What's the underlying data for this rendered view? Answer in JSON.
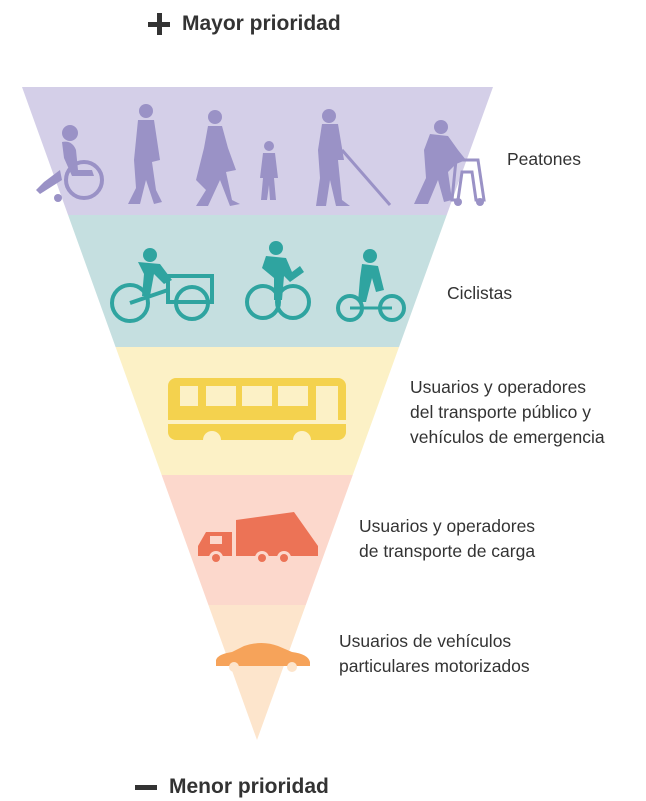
{
  "top_label": "Mayor prioridad",
  "bottom_label": "Menor prioridad",
  "tiers": [
    {
      "label": "Peatones",
      "color": "#d4cfe8",
      "icon_color": "#9a92c6",
      "icons": [
        "wheelchair-user-icon",
        "walking-person-icon",
        "walking-woman-icon",
        "child-icon",
        "blind-person-cane-icon",
        "elderly-walker-icon"
      ]
    },
    {
      "label": "Ciclistas",
      "color": "#c5dfe0",
      "icon_color": "#2fa4a0",
      "icons": [
        "cargo-tricycle-icon",
        "cyclist-icon",
        "folding-bike-icon"
      ]
    },
    {
      "label": "Usuarios y operadores\ndel transporte público y\nvehículos de emergencia",
      "color": "#fcf1c6",
      "icon_color": "#f4d24e",
      "icons": [
        "bus-icon"
      ]
    },
    {
      "label": "Usuarios y operadores\nde transporte de carga",
      "color": "#fcd8cc",
      "icon_color": "#ec7356",
      "icons": [
        "garbage-truck-icon"
      ]
    },
    {
      "label": "Usuarios de vehículos\nparticulares motorizados",
      "color": "#fde5cc",
      "icon_color": "#f6a35a",
      "icons": [
        "car-icon"
      ]
    }
  ]
}
